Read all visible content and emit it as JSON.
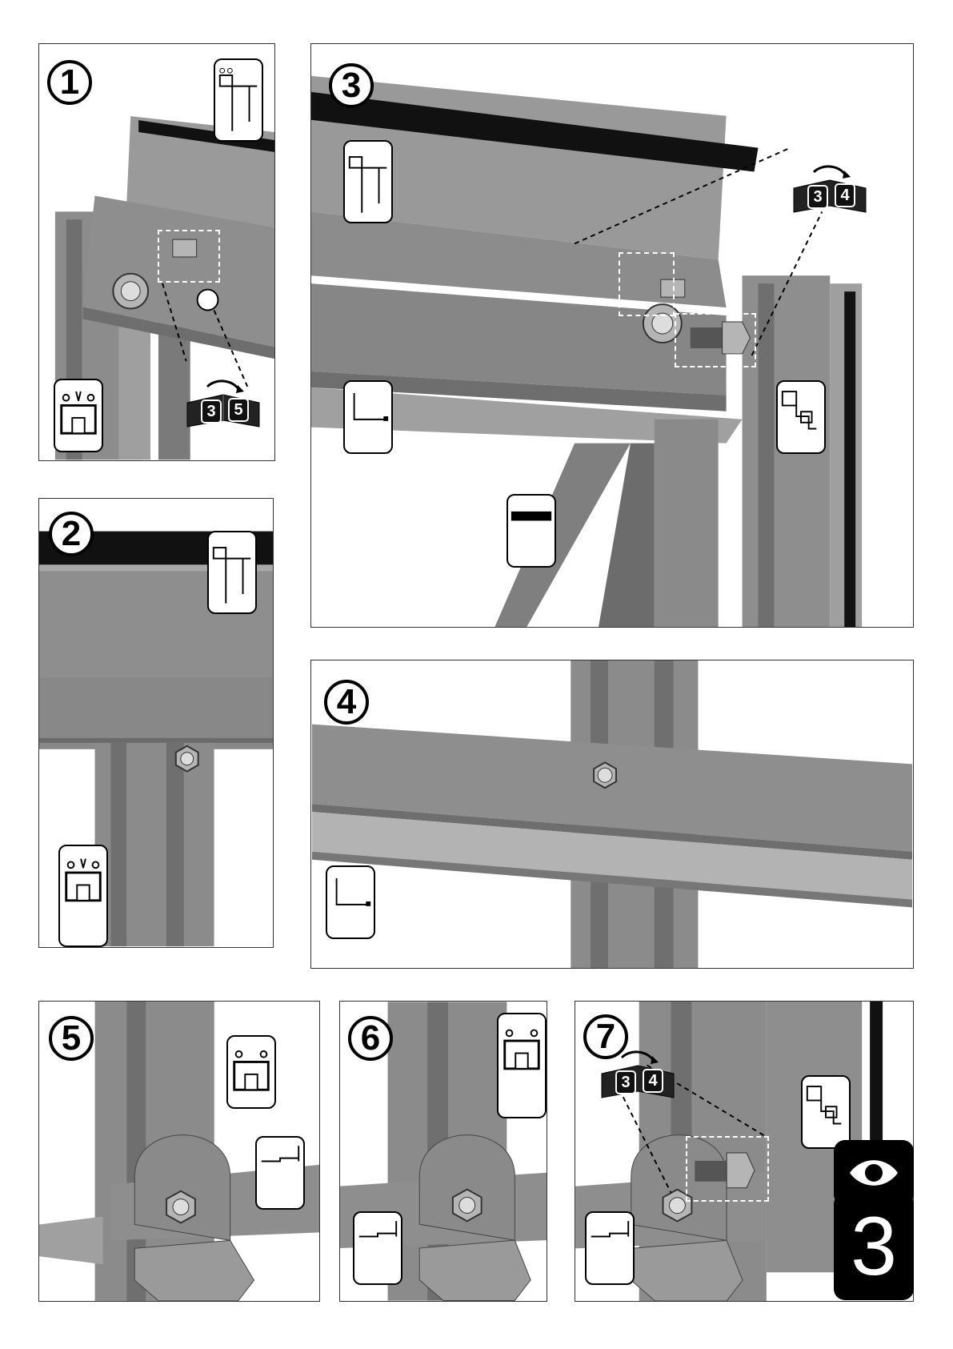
{
  "page": {
    "number": "3"
  },
  "steps": [
    {
      "label": "1",
      "book": {
        "left": "3",
        "right": "5"
      }
    },
    {
      "label": "2"
    },
    {
      "label": "3",
      "book": {
        "left": "3",
        "right": "4"
      }
    },
    {
      "label": "4"
    },
    {
      "label": "5"
    },
    {
      "label": "6"
    },
    {
      "label": "7",
      "book": {
        "left": "3",
        "right": "4"
      }
    }
  ],
  "colors": {
    "metal": "#8a8a8a",
    "metal_dark": "#5a5a5a",
    "metal_light": "#b9b9b9",
    "ink": "#000000"
  },
  "icons": [
    "eye-icon",
    "manual-book-icon",
    "hex-bolt-icon",
    "profile-section-icon"
  ]
}
